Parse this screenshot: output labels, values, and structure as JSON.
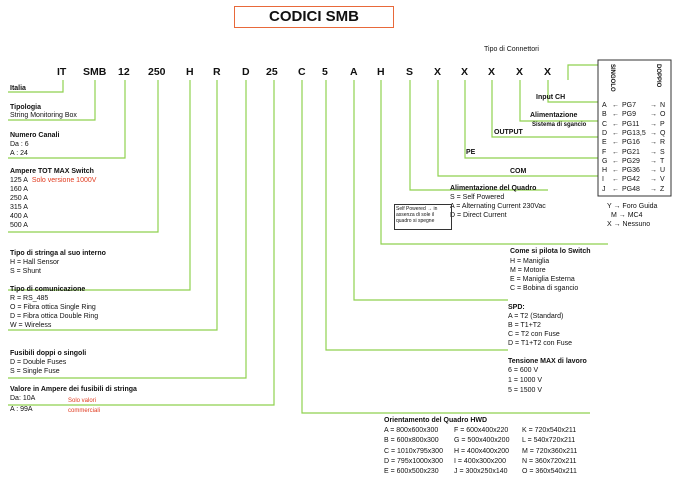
{
  "title": "CODICI SMB",
  "code_letters": [
    "IT",
    "SMB",
    "12",
    "250",
    "H",
    "R",
    "D",
    "25",
    "C",
    "5",
    "A",
    "H",
    "S",
    "X",
    "X",
    "X",
    "X",
    "X"
  ],
  "tipo_connettori": "Tipo di Connettori",
  "italia": "Italia",
  "tipologia": {
    "h": "Tipologia",
    "l1": "String Monitoring Box"
  },
  "numero_canali": {
    "h": "Numero Canali",
    "l1": "Da :   6",
    "l2": "A   : 24"
  },
  "ampere": {
    "h": "Ampere TOT MAX Switch",
    "l1": "125 A",
    "l1_note": "Solo versione 1000V",
    "l2": "160 A",
    "l3": "250 A",
    "l4": "315 A",
    "l5": "400 A",
    "l6": "500 A"
  },
  "tipo_stringa": {
    "h": "Tipo di stringa al suo interno",
    "l1": "H = Hall Sensor",
    "l2": "S = Shunt"
  },
  "tipo_com": {
    "h": "Tipo di comunicazione",
    "l1": "R = RS_485",
    "l2": "O = Fibra ottica Single Ring",
    "l3": "D = Fibra ottica Double Ring",
    "l4": "W = Wireless"
  },
  "fusibili": {
    "h": "Fusibili doppi o singoli",
    "l1": "D = Double Fuses",
    "l2": "S = Single Fuse"
  },
  "valore_ampere": {
    "h": "Valore in Ampere dei fusibili di stringa",
    "l1": "Da:    10A",
    "l2": "A   :   99A",
    "note1": "Solo valori",
    "note2": "commerciali"
  },
  "orientamento": {
    "h": "Orientamento del Quadro HWD",
    "c1": [
      "A = 800x600x300",
      "B = 600x800x300",
      "C = 1010x795x300",
      "D = 795x1000x300",
      "E = 600x500x230"
    ],
    "c2": [
      "F = 600x400x220",
      "G = 500x400x200",
      "H = 400x400x200",
      "I = 400x300x200",
      "J = 300x250x140"
    ],
    "c3": [
      "K = 720x540x211",
      "L = 540x720x211",
      "M = 720x360x211",
      "N = 360x720x211",
      "O = 360x540x211"
    ]
  },
  "tensione": {
    "h": "Tensione MAX di lavoro",
    "l1": "6 = 600 V",
    "l2": "1 = 1000 V",
    "l3": "5 = 1500 V"
  },
  "spd": {
    "h": "SPD:",
    "l1": "A = T2 (Standard)",
    "l2": "B = T1+T2",
    "l3": "C = T2 con Fuse",
    "l4": "D = T1+T2 con Fuse"
  },
  "pilota": {
    "h": "Come si pilota lo Switch",
    "l1": "H = Maniglia",
    "l2": "M = Motore",
    "l3": "E = Maniglia Esterna",
    "l4": "C = Bobina di sgancio"
  },
  "alimentazione_quadro": {
    "h": "Alimentazione del Quadro",
    "l1": "S = Self Powered",
    "l2": "A = Alternating Current 230Vac",
    "l3": "D = Direct Current"
  },
  "self_note": "Self Powered → in assenza di sole il quadro si spegne",
  "com": "COM",
  "pe": "PE",
  "output": "OUTPUT",
  "input_ch": "Input CH",
  "alimentazione": "Alimentazione",
  "sistema_sgancio": "Sistema di sgancio",
  "singolo": "SINGOLO",
  "doppio": "DOPPIO",
  "connettori": [
    [
      "A",
      "PG7",
      "N"
    ],
    [
      "B",
      "PG9",
      "O"
    ],
    [
      "C",
      "PG11",
      "P"
    ],
    [
      "D",
      "PG13,5",
      "Q"
    ],
    [
      "E",
      "PG16",
      "R"
    ],
    [
      "F",
      "PG21",
      "S"
    ],
    [
      "G",
      "PG29",
      "T"
    ],
    [
      "H",
      "PG36",
      "U"
    ],
    [
      "I",
      "PG42",
      "V"
    ],
    [
      "J",
      "PG48",
      "Z"
    ]
  ],
  "extra1": "Y → Foro Guida",
  "extra2": "M → MC4",
  "extra3": "X → Nessuno"
}
